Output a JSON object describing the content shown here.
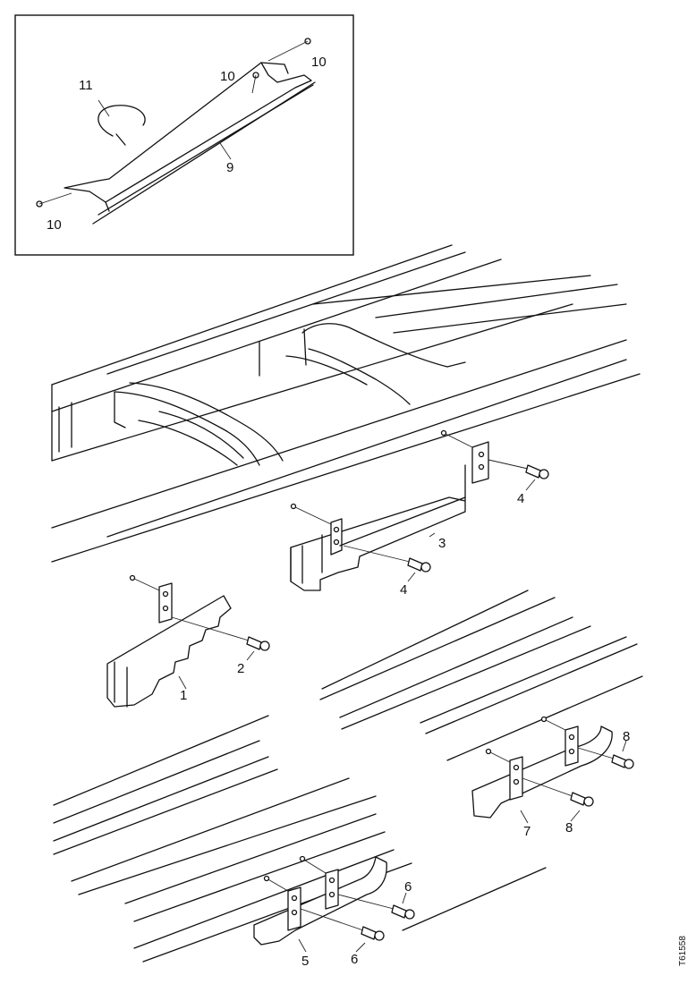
{
  "callouts": {
    "c1": "1",
    "c2": "2",
    "c3": "3",
    "c4a": "4",
    "c4b": "4",
    "c5": "5",
    "c6": "6",
    "c6b": "6",
    "c7": "7",
    "c8a": "8",
    "c8b": "8",
    "c9": "9",
    "c10a": "10",
    "c10b": "10",
    "c10c": "10",
    "c11": "11"
  },
  "figure_code": "T61558"
}
